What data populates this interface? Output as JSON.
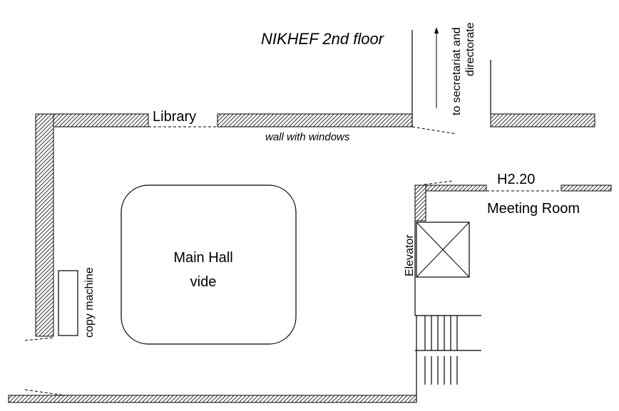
{
  "title": "NIKHEF 2nd floor",
  "labels": {
    "library": "Library",
    "wall_windows": "wall with windows",
    "main_hall_line1": "Main Hall",
    "main_hall_line2": "vide",
    "copy_machine": "copy machine",
    "elevator": "Elevator",
    "room_number": "H2.20",
    "meeting_room": "Meeting Room",
    "direction_line1": "to secretariat and",
    "direction_line2": "directorate"
  }
}
